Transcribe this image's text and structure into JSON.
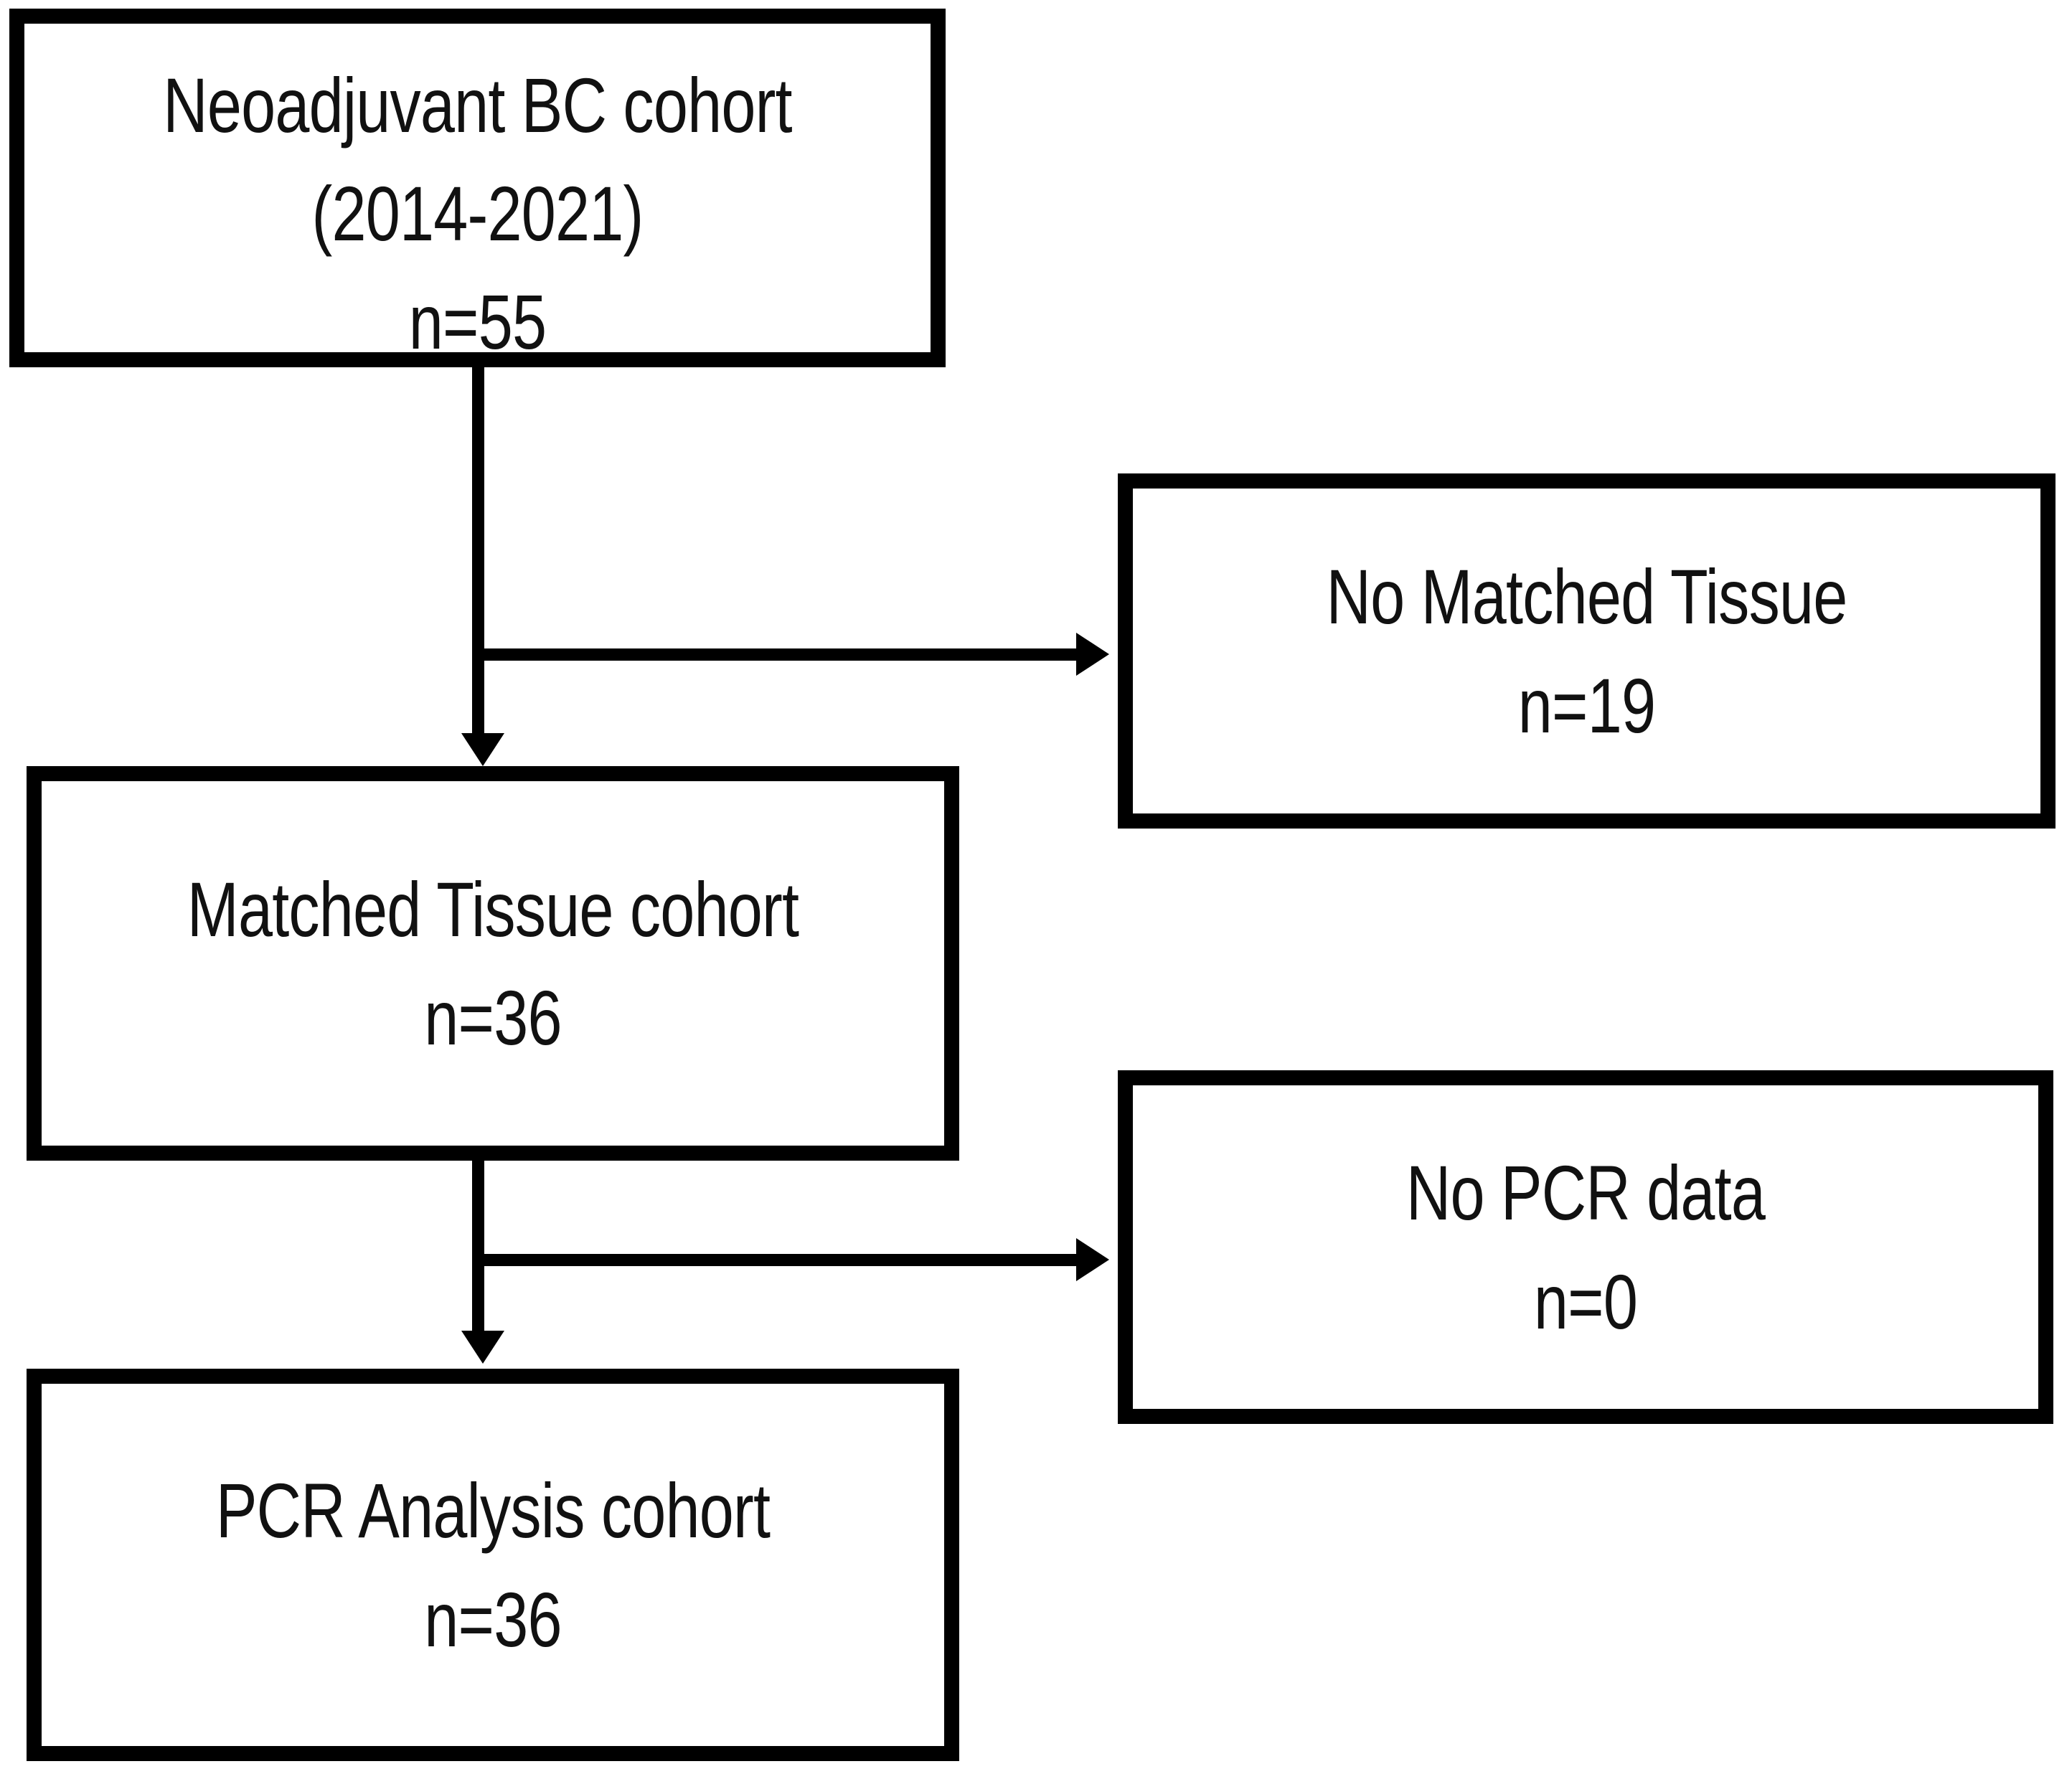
{
  "diagram": {
    "type": "flowchart",
    "orientation": "top-to-bottom with right-side exclusion branches",
    "nodes": [
      {
        "id": "neoadjuvant-cohort",
        "lines": [
          "Neoadjuvant BC cohort",
          "(2014-2021)",
          "n=55"
        ],
        "line1": "Neoadjuvant BC cohort",
        "line2": "(2014-2021)",
        "line3": "n=55",
        "count": 55
      },
      {
        "id": "no-matched-tissue",
        "lines": [
          "No Matched Tissue",
          "n=19"
        ],
        "line1": "No Matched Tissue",
        "line2": "n=19",
        "count": 19
      },
      {
        "id": "matched-tissue-cohort",
        "lines": [
          "Matched Tissue cohort",
          "n=36"
        ],
        "line1": "Matched Tissue cohort",
        "line2": "n=36",
        "count": 36
      },
      {
        "id": "no-pcr-data",
        "lines": [
          "No PCR data",
          "n=0"
        ],
        "line1": "No PCR data",
        "line2": "n=0",
        "count": 0
      },
      {
        "id": "pcr-analysis-cohort",
        "lines": [
          "PCR Analysis cohort",
          "n=36"
        ],
        "line1": "PCR Analysis cohort",
        "line2": "n=36",
        "count": 36
      }
    ],
    "edges": [
      {
        "from": "neoadjuvant-cohort",
        "to": "matched-tissue-cohort",
        "direction": "down"
      },
      {
        "from": "neoadjuvant-cohort",
        "to": "no-matched-tissue",
        "direction": "right"
      },
      {
        "from": "matched-tissue-cohort",
        "to": "pcr-analysis-cohort",
        "direction": "down"
      },
      {
        "from": "matched-tissue-cohort",
        "to": "no-pcr-data",
        "direction": "right"
      }
    ],
    "colors": {
      "stroke": "#000000",
      "fill": "#ffffff",
      "text": "#111111"
    }
  }
}
